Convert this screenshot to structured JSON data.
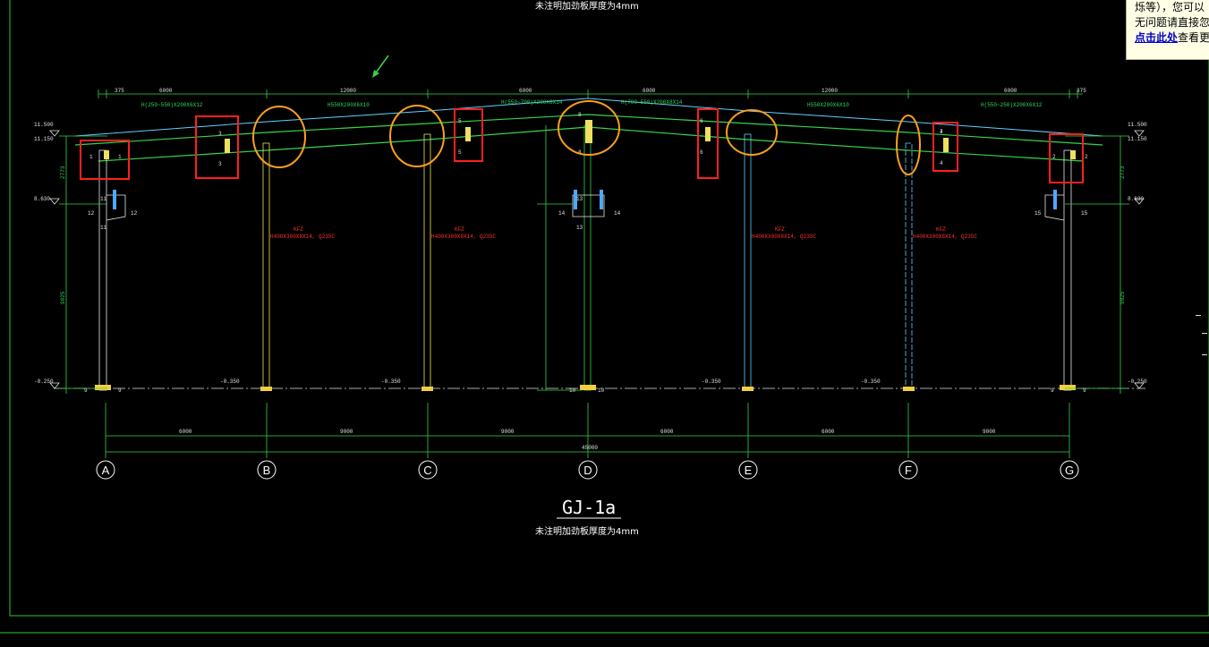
{
  "drawing": {
    "top_note": "未注明加劲板厚度为4mm",
    "title": "GJ-1a",
    "subtitle": "未注明加劲板厚度为4mm"
  },
  "axes": [
    {
      "label": "A"
    },
    {
      "label": "B"
    },
    {
      "label": "C"
    },
    {
      "label": "D"
    },
    {
      "label": "E"
    },
    {
      "label": "F"
    },
    {
      "label": "G"
    }
  ],
  "top_spans": [
    "375",
    "6000",
    "12000",
    "6000",
    "6000",
    "12000",
    "6000",
    "375"
  ],
  "bottom_spans": [
    "6000",
    "9000",
    "9000",
    "6000",
    "6000",
    "9000"
  ],
  "bottom_total": "45000",
  "beam_labels": [
    "H(250~550)X200X6X12",
    "H550X200X6X10",
    "H(550~700)X200X8X14",
    "H(700~550)X200X8X14",
    "H550X200X6X10",
    "H(550~250)X200X6X12"
  ],
  "column_labels": [
    {
      "tag": "KFZ",
      "spec": "H400X300X8X14, Q235C"
    },
    {
      "tag": "KFZ",
      "spec": "H400X300X8X14, Q235C"
    },
    {
      "tag": "KFZ",
      "spec": "H400X300X8X14, Q235C"
    },
    {
      "tag": "KFZ",
      "spec": "H400X300X8X14, Q235C"
    }
  ],
  "elevations": {
    "left_top": "11.500",
    "left_eave": "11.150",
    "left_crane": "8.630",
    "left_base": "-0.250",
    "mid_base": "-0.350",
    "right_top": "11.500",
    "right_eave": "11.150",
    "right_crane": "8.630",
    "right_base": "-0.250"
  },
  "vertical_dims": [
    "9025",
    "2773",
    "9025",
    "2773"
  ],
  "markers": [
    "1",
    "2",
    "3",
    "4",
    "5",
    "6",
    "7",
    "8",
    "9",
    "10",
    "11",
    "12",
    "13",
    "14",
    "15"
  ],
  "popup": {
    "line1": "烁等），您可以",
    "line2": "无问题请直接忽",
    "link": "点击此处",
    "link_suffix": "查看更"
  },
  "colors": {
    "frame": "#32c832",
    "beam": "#35d44a",
    "roof_line": "#5fd0ff",
    "column": "#f0e060",
    "highlight_box": "#ff2020",
    "highlight_circle": "#ff9f1a",
    "popup_bg": "#ffffe6",
    "link": "#0000cc"
  }
}
